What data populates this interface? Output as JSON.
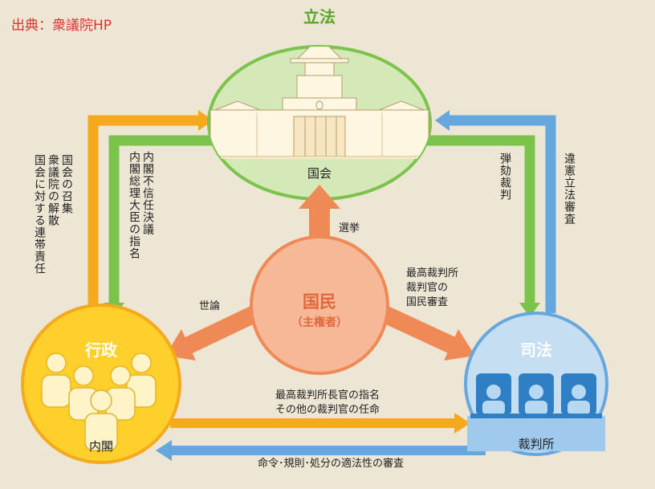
{
  "source": "出典：衆議院HP",
  "legislature": {
    "title": "立法",
    "label": "国会"
  },
  "executive": {
    "title": "行政",
    "label": "内閣"
  },
  "judiciary": {
    "title": "司法",
    "label": "裁判所"
  },
  "people": {
    "title": "国民",
    "subtitle": "（主権者）"
  },
  "edges": {
    "election": "選挙",
    "public_opinion": "世論",
    "national_review": "最高裁判所\n裁判官の\n国民審査",
    "cabinet_to_diet": "国会の召集\n衆議院の解散\n国会に対する連帯責任",
    "diet_to_cabinet": "内閣不信任決議\n内閣総理大臣の指名",
    "diet_to_court": "弾劾裁判",
    "court_to_diet": "違憲立法審査",
    "cabinet_to_court": "最高裁判所長官の指名\nその他の裁判官の任命",
    "court_to_cabinet": "命令･規則･処分の適法性の審査"
  },
  "colors": {
    "background": "#ede6d4",
    "legislature": "#7cc34c",
    "executive": "#f5a91c",
    "judiciary": "#66a8dd",
    "people": "#ef8a56",
    "source": "#e23030"
  }
}
